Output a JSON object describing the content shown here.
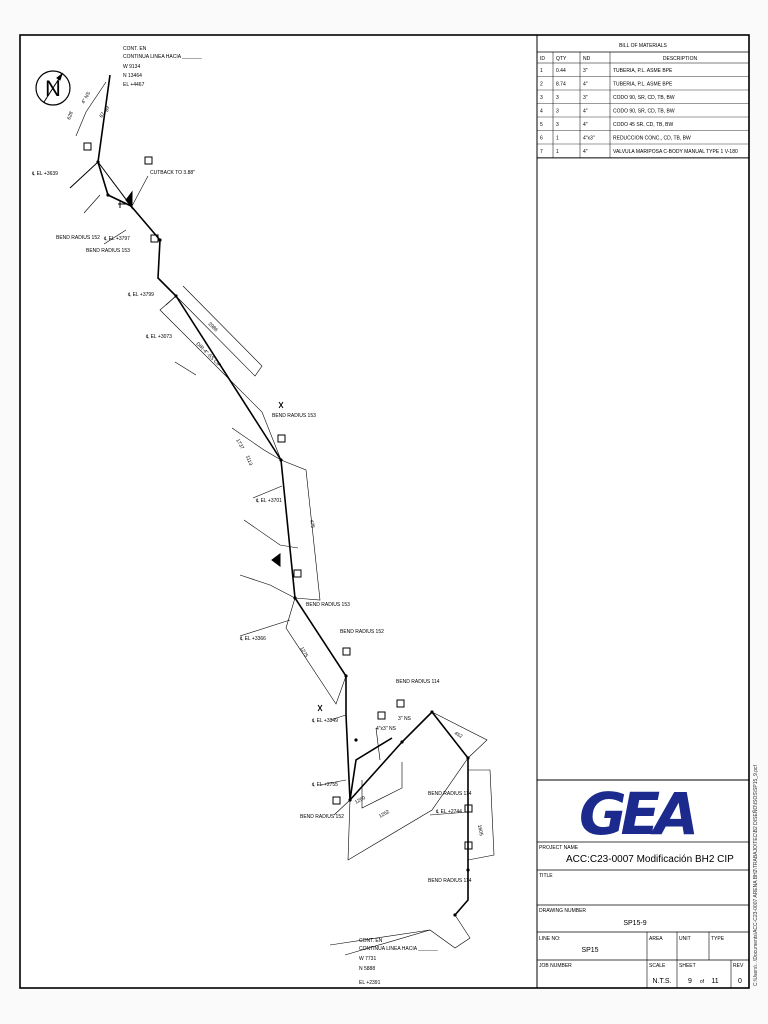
{
  "north_label": "N",
  "bom": {
    "title": "BILL OF MATERIALS",
    "headers": [
      "ID",
      "QTY",
      "ND",
      "DESCRIPTION"
    ],
    "rows": [
      [
        "1",
        "0.44",
        "3\"",
        "TUBERIA, P.L. ASME BPE"
      ],
      [
        "2",
        "8.74",
        "4\"",
        "TUBERIA, P.L. ASME BPE"
      ],
      [
        "3",
        "3",
        "3\"",
        "CODO 90, SR, CD, TB, BW"
      ],
      [
        "4",
        "3",
        "4\"",
        "CODO 90, SR, CD, TB, BW"
      ],
      [
        "5",
        "3",
        "4\"",
        "CODO 45 SR, CD, TB, BW"
      ],
      [
        "6",
        "1",
        "4\"x3\"",
        "REDUCCION CONC., CD, TB, BW"
      ],
      [
        "7",
        "1",
        "4\"",
        "VALVULA MARIPOSA C-BODY MANUAL TYPE 1 V-180"
      ]
    ]
  },
  "title_block": {
    "logo": "GEA",
    "project_name_label": "PROJECT NAME",
    "project_name": "ACC:C23-0007 Modificación BH2 CIP",
    "title_label": "TITLE",
    "drawing_number_label": "DRAWING NUMBER",
    "drawing_number": "SP15-9",
    "line_no_label": "LINE NO:",
    "line_no": "SP15",
    "area_label": "AREA",
    "unit_label": "UNIT",
    "type_label": "TYPE",
    "job_number_label": "JOB NUMBER",
    "scale_label": "SCALE",
    "scale": "N.T.S.",
    "sheet_label": "SHEET",
    "sheet": "9",
    "sheet_of": "of",
    "sheet_total": "11",
    "rev_label": "REV",
    "rev": "0"
  },
  "side_path": "C:\\Users\\...\\Documents\\ACC-C23-0007 ARENA BH2\\TRABAJO\\TEC\\B2 DISEÑO\\ISOS\\SP15_9.pcf",
  "annotations": {
    "cont_top": [
      "CONT. EN",
      "CONTINUA LINEA HACIA _______",
      "W 9134",
      "N 13464",
      "EL +4467"
    ],
    "cont_bottom": [
      "CONT. EN",
      "CONTINUA LINEA HACIA _______",
      "W 7731",
      "N 5888",
      "EL +2391"
    ],
    "elevations": [
      "EL +3639",
      "EL +3797",
      "EL +3799",
      "EL +3073",
      "EL +3701",
      "EL +3366",
      "EL +3349",
      "EL +2755",
      "EL +2744"
    ],
    "bends": [
      "BEND RADIUS 152",
      "BEND RADIUS 153",
      "BEND RADIUS 153",
      "BEND RADIUS 153",
      "BEND RADIUS 152",
      "BEND RADIUS 114",
      "BEND RADIUS 114",
      "BEND RADIUS 152",
      "BEND RADIUS 114"
    ],
    "notes": [
      "4\" NS",
      "CUTBACK TO 3.88\"",
      "2986",
      "DIR-4\"-SS CIP",
      "1737",
      "1113",
      "475",
      "1275",
      "1250",
      "1252",
      "452",
      "1605",
      "3\" NS",
      "4\"x3\" NS",
      "67",
      "89",
      "628"
    ]
  }
}
